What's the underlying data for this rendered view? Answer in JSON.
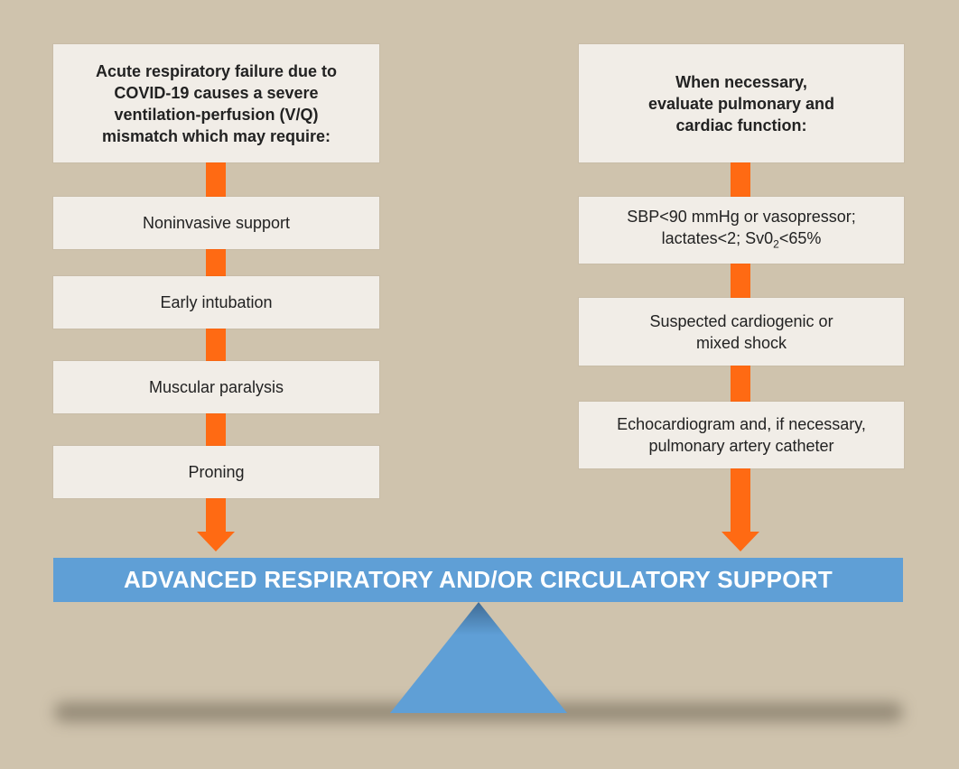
{
  "left": {
    "header": [
      "Acute respiratory failure due to",
      "COVID-19 causes a severe",
      "ventilation-perfusion (V/Q)",
      "mismatch which may require:"
    ],
    "steps": [
      "Noninvasive support",
      "Early intubation",
      "Muscular paralysis",
      "Proning"
    ]
  },
  "right": {
    "header": [
      "When necessary,",
      "evaluate pulmonary and",
      "cardiac function:"
    ],
    "step1_line1": "SBP<90 mmHg or vasopressor;",
    "step1_line2_a": "lactates<2; Sv0",
    "step1_line2_sub": "2",
    "step1_line2_b": "<65%",
    "step2": [
      "Suspected cardiogenic or",
      "mixed shock"
    ],
    "step3": [
      "Echocardiogram and, if necessary,",
      "pulmonary artery catheter"
    ]
  },
  "bottom_bar": "ADVANCED RESPIRATORY AND/OR CIRCULATORY SUPPORT",
  "colors": {
    "background": "#cfc3ad",
    "box": "#f1ede7",
    "arrow": "#ff6a13",
    "bar": "#5f9fd6",
    "fulcrum": "#5f9fd6"
  }
}
